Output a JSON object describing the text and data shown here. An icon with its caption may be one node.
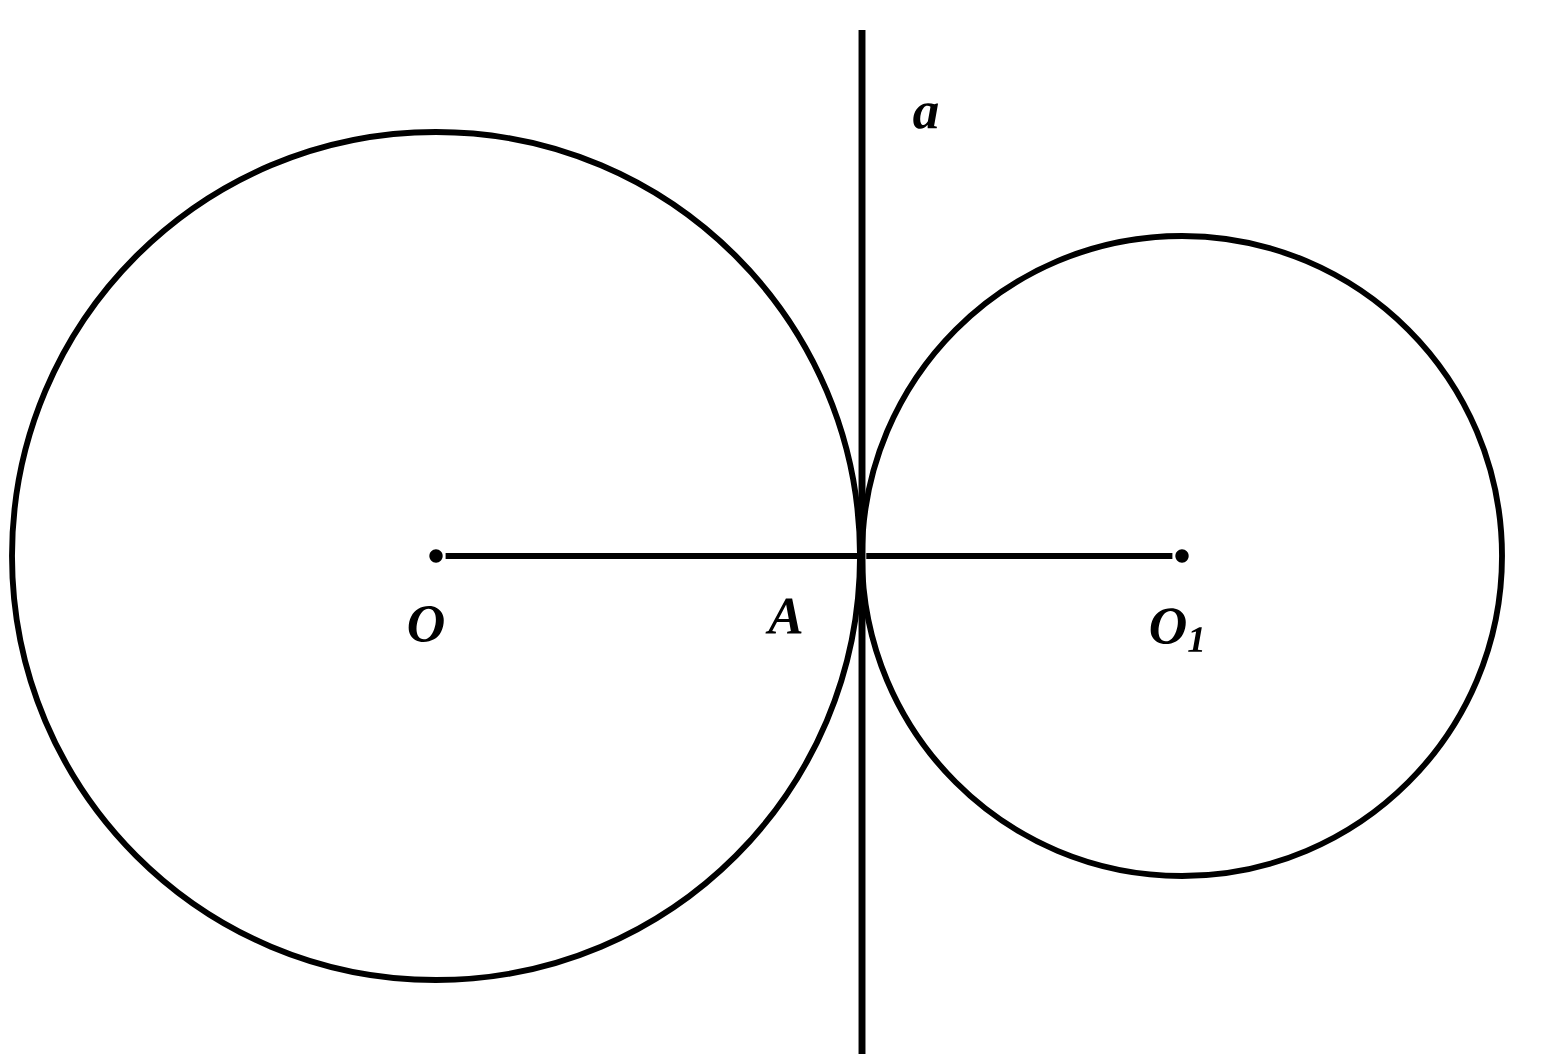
{
  "diagram": {
    "nodes": [
      {
        "text": [
          "O"
        ]
      },
      {
        "text": [
          "A"
        ]
      },
      {
        "text": [
          "O$_{1}$"
        ]
      }
    ],
    "edges": [
      {
        "from": 0,
        "to": 1,
        "arrow": "none"
      },
      {
        "from": 1,
        "to": 2,
        "arrow": "none"
      }
    ],
    "labels": [
      "a"
    ]
  }
}
